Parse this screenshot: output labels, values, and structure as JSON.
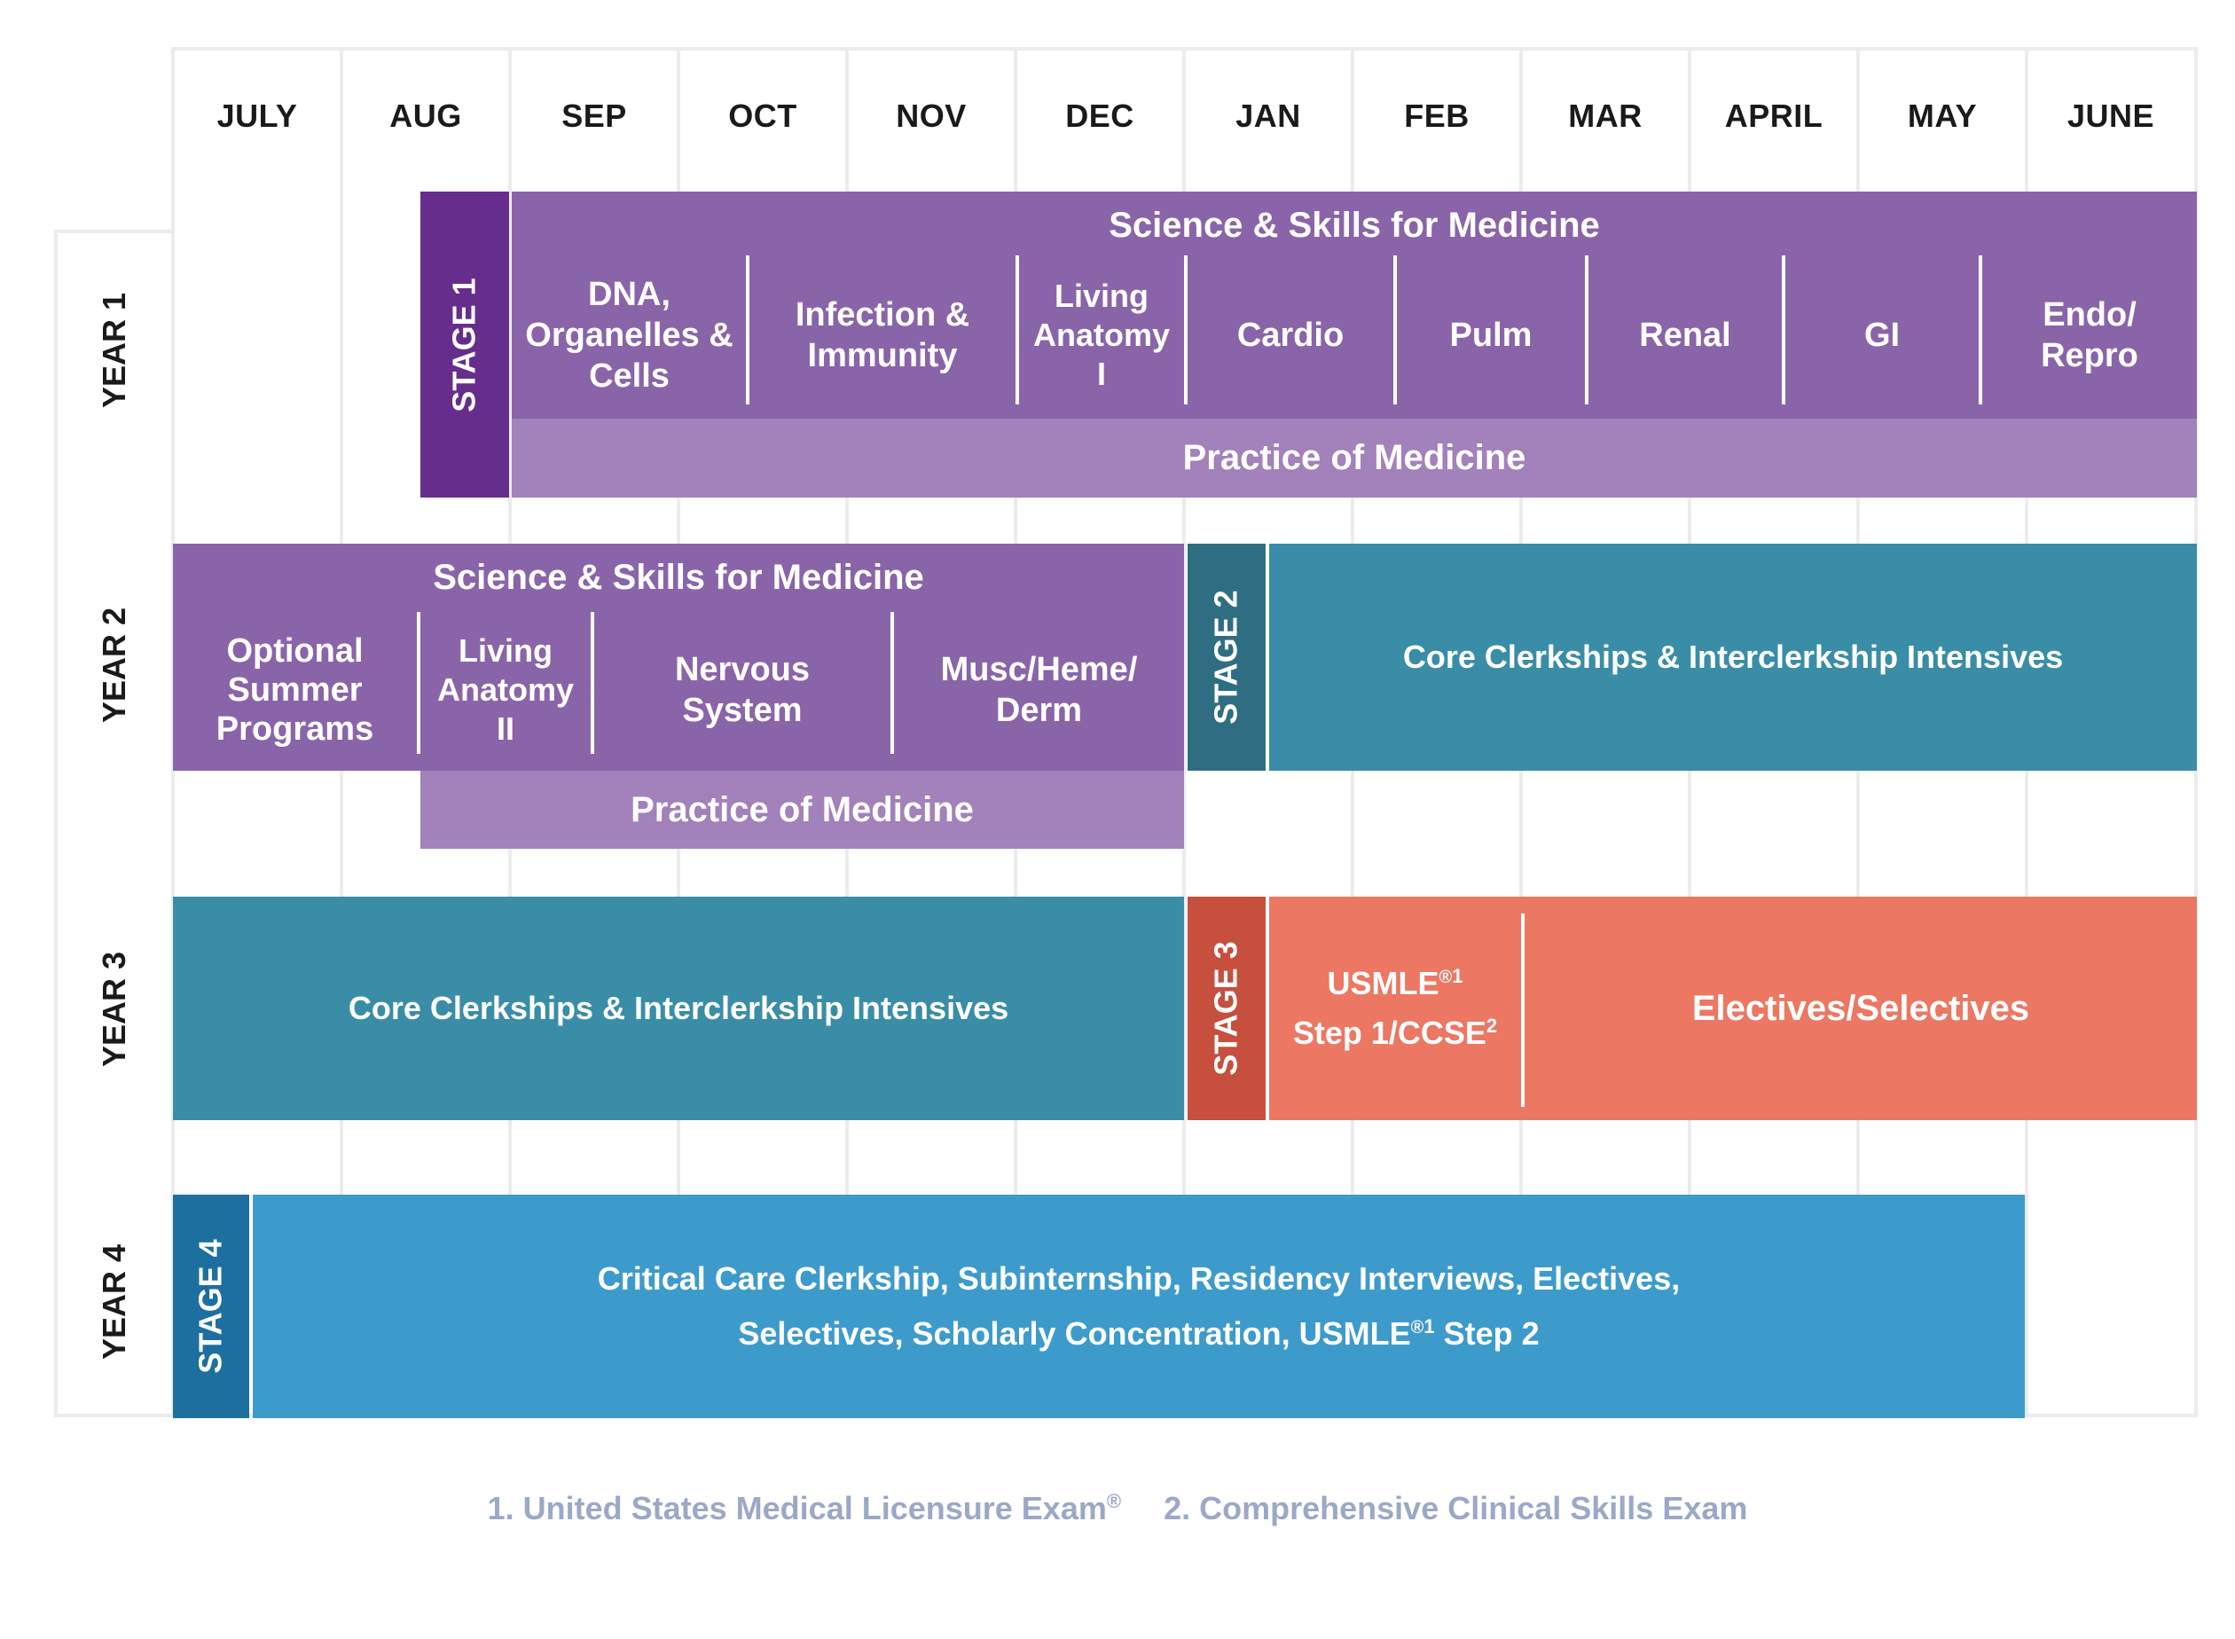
{
  "months": [
    "JULY",
    "AUG",
    "SEP",
    "OCT",
    "NOV",
    "DEC",
    "JAN",
    "FEB",
    "MAR",
    "APRIL",
    "MAY",
    "JUNE"
  ],
  "years": [
    "YEAR 1",
    "YEAR 2",
    "YEAR 3",
    "YEAR 4"
  ],
  "colors": {
    "purple": "#8a64a8",
    "purple_dark": "#672d8d",
    "purple_light": "#a381bb",
    "teal": "#3a8da6",
    "teal_dark": "#2f6e82",
    "coral": "#ec7762",
    "coral_dark": "#c74f3e",
    "blue": "#3d9bcc",
    "blue_dark": "#1d6fa0"
  },
  "year1": {
    "stage": "STAGE 1",
    "title": "Science & Skills for Medicine",
    "modules": [
      "DNA, Organelles & Cells",
      "Infection & Immunity",
      "Living Anatomy I",
      "Cardio",
      "Pulm",
      "Renal",
      "GI",
      "Endo/ Repro"
    ],
    "practice": "Practice of Medicine"
  },
  "year2": {
    "title": "Science & Skills for Medicine",
    "modules": [
      "Optional Summer Programs",
      "Living Anatomy II",
      "Nervous System",
      "Musc/Heme/ Derm"
    ],
    "practice": "Practice of Medicine",
    "stage": "STAGE 2",
    "clerkships": "Core Clerkships & Interclerkship Intensives"
  },
  "year3": {
    "clerkships": "Core Clerkships & Interclerkship Intensives",
    "stage": "STAGE 3",
    "usmle_line1": "USMLE",
    "usmle_reg": "®",
    "usmle_sup1": "1",
    "usmle_line2": "Step 1/CCSE",
    "usmle_sup2": "2",
    "electives": "Electives/Selectives"
  },
  "year4": {
    "stage": "STAGE 4",
    "line1": "Critical Care Clerkship, Subinternship, Residency Interviews, Electives,",
    "line2_a": "Selectives, Scholarly Concentration, USMLE",
    "line2_reg": "®",
    "line2_sup": "1",
    "line2_b": " Step 2"
  },
  "footnotes": {
    "note1": "1. United States Medical Licensure Exam",
    "note1_reg": "®",
    "note2": "2. Comprehensive Clinical Skills Exam"
  }
}
